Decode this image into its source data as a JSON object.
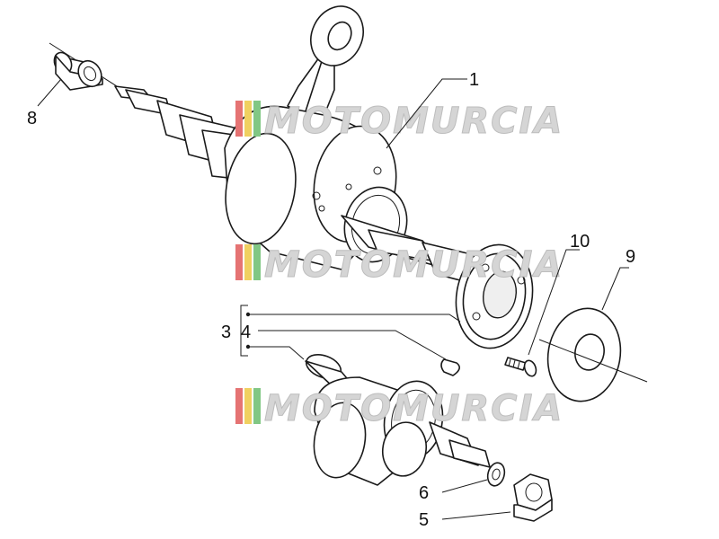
{
  "diagram": {
    "callouts": [
      {
        "id": "1",
        "label": "1"
      },
      {
        "id": "3",
        "label": "3"
      },
      {
        "id": "4",
        "label": "4"
      },
      {
        "id": "5",
        "label": "5"
      },
      {
        "id": "6",
        "label": "6"
      },
      {
        "id": "8",
        "label": "8"
      },
      {
        "id": "9",
        "label": "9"
      },
      {
        "id": "10",
        "label": "10"
      }
    ]
  },
  "watermark": {
    "text": "MOTOMURCIA",
    "stripe_colors": [
      "#e57373",
      "#f0d060",
      "#81c784"
    ]
  }
}
